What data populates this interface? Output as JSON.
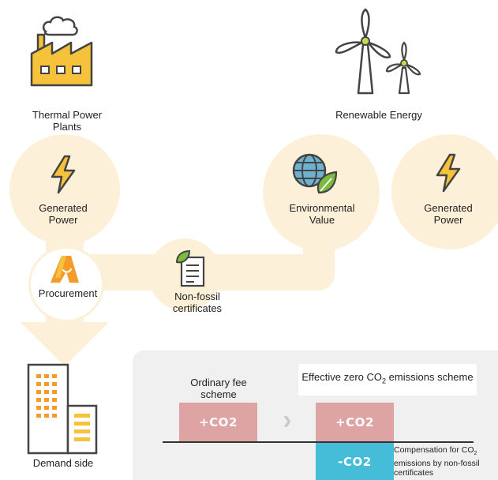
{
  "sources": {
    "thermal_label": "Thermal Power Plants",
    "renewable_label": "Renewable Energy"
  },
  "nodes": {
    "generated_power_left": "Generated Power",
    "environmental_value": "Environmental Value",
    "generated_power_right": "Generated Power",
    "procurement": "Procurement",
    "non_fossil_certificates": "Non-fossil certificates",
    "demand_side": "Demand side"
  },
  "comparison": {
    "ordinary_scheme": "Ordinary fee scheme",
    "effective_zero_scheme_prefix": "Effective zero CO",
    "effective_zero_scheme_sub": "2",
    "effective_zero_scheme_suffix": " emissions scheme",
    "plus_co2_left": "+CO2",
    "plus_co2_right": "+CO2",
    "minus_co2": "-CO2",
    "compensation_prefix": "Compensation for CO",
    "compensation_sub": "2",
    "compensation_suffix": " emissions by non-fossil certificates",
    "arrow_glyph": "›"
  },
  "colors": {
    "band": "#fdf0d8",
    "factory": "#f7c23b",
    "plus_bar": "#dea3a3",
    "minus_bar": "#45bcd8",
    "panel": "#f0f0f0"
  },
  "icons": [
    "factory-icon",
    "wind-turbine-icon",
    "lightning-icon",
    "globe-leaf-icon",
    "procurement-logo-icon",
    "certificate-icon",
    "building-icon"
  ]
}
